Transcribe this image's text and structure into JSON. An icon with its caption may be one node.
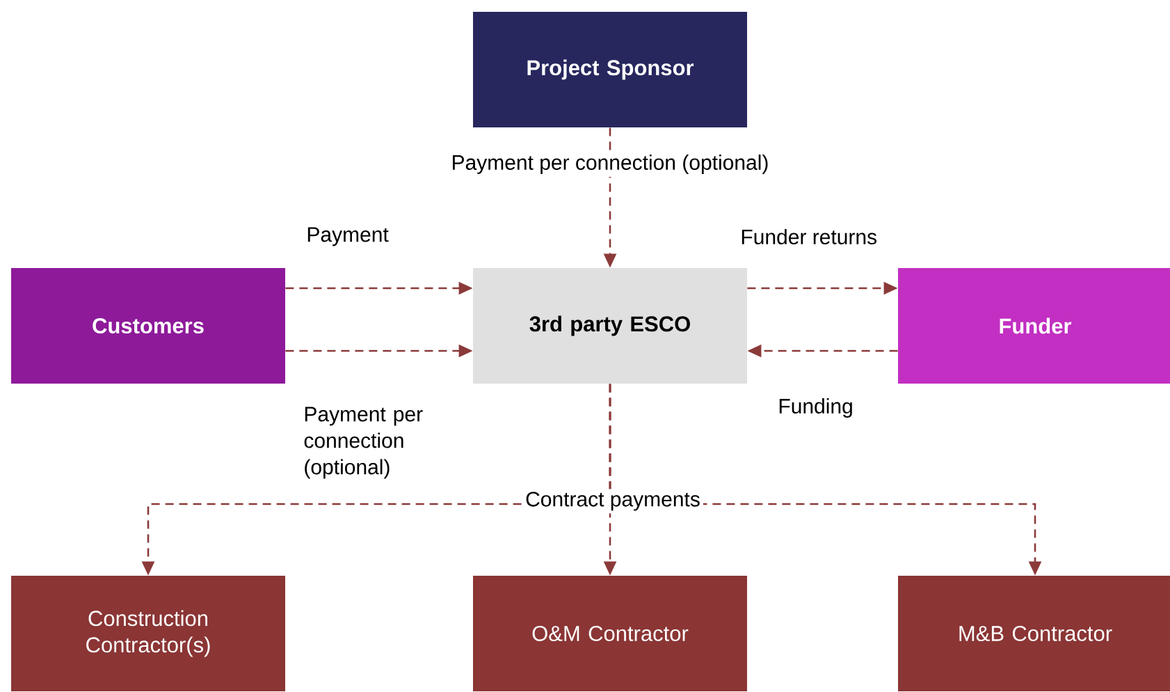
{
  "diagram": {
    "nodes": [
      {
        "text": [
          "Project Sponsor"
        ]
      },
      {
        "text": [
          "Customers"
        ]
      },
      {
        "text": [
          "3rd party ESCO"
        ]
      },
      {
        "text": [
          "Funder"
        ]
      },
      {
        "text": [
          "Construction Contractor(s)"
        ]
      },
      {
        "text": [
          "O&M Contractor"
        ]
      },
      {
        "text": [
          "M&B Contractor"
        ]
      }
    ],
    "edges": [
      {
        "from": 0,
        "to": 2,
        "arrow": "to",
        "style": "dashed",
        "label": "Payment per connection (optional)"
      },
      {
        "from": 1,
        "to": 2,
        "arrow": "to",
        "style": "dashed",
        "label": "Payment"
      },
      {
        "from": 1,
        "to": 2,
        "arrow": "to",
        "style": "dashed",
        "label": "Payment per connection (optional)"
      },
      {
        "from": 2,
        "to": 3,
        "arrow": "to",
        "style": "dashed",
        "label": "Funder returns"
      },
      {
        "from": 3,
        "to": 2,
        "arrow": "to",
        "style": "dashed",
        "label": "Funding"
      },
      {
        "from": 2,
        "to": 4,
        "arrow": "to",
        "style": "dashed"
      },
      {
        "from": 2,
        "to": 5,
        "arrow": "to",
        "style": "dashed",
        "label": "Contract payments"
      },
      {
        "from": 2,
        "to": 6,
        "arrow": "to",
        "style": "dashed"
      }
    ]
  }
}
